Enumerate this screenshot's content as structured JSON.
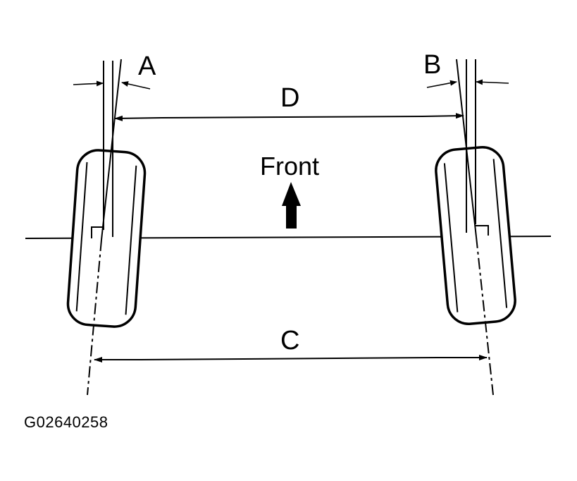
{
  "diagram": {
    "labels": {
      "a": "A",
      "b": "B",
      "c": "C",
      "d": "D",
      "front": "Front"
    },
    "figure_id": "G02640258",
    "colors": {
      "ink": "#000000",
      "paper": "#ffffff"
    }
  }
}
